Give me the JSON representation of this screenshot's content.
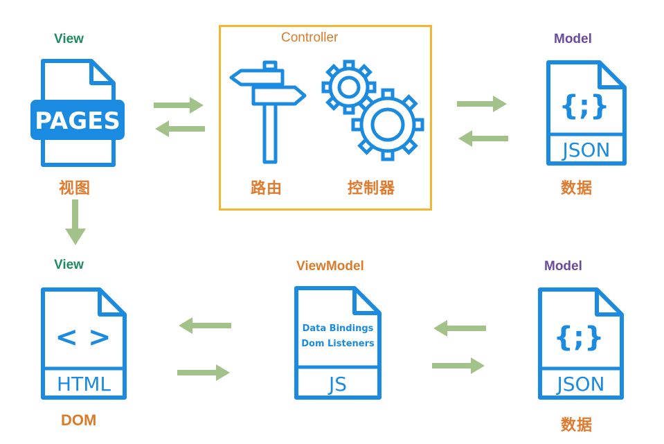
{
  "top": {
    "view": {
      "title": "View",
      "badge": "PAGES",
      "caption": "视图"
    },
    "controller": {
      "title": "Controller",
      "router_caption": "路由",
      "controller_caption": "控制器"
    },
    "model": {
      "title": "Model",
      "glyph": "{;}",
      "format": "JSON",
      "caption": "数据"
    }
  },
  "bottom": {
    "view": {
      "title": "View",
      "glyph": "< >",
      "format": "HTML",
      "caption": "DOM"
    },
    "viewmodel": {
      "title": "ViewModel",
      "line1": "Data Bindings",
      "line2": "Dom Listeners",
      "format": "JS"
    },
    "model": {
      "title": "Model",
      "glyph": "{;}",
      "format": "JSON",
      "caption": "数据"
    }
  },
  "colors": {
    "icon_blue": "#1a8be0",
    "arrow_green": "#a3c28a",
    "box_gold": "#f2b632",
    "view_green": "#1f8a5e",
    "controller_orange": "#d97b2a",
    "model_purple": "#6a4a9e"
  },
  "icons": [
    "pages-document-icon",
    "signpost-icon",
    "gears-icon",
    "json-document-icon",
    "html-document-icon",
    "js-document-icon"
  ]
}
